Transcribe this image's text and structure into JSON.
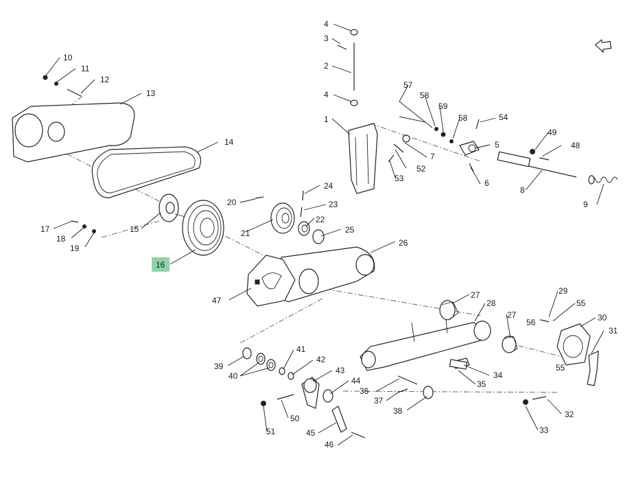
{
  "diagram": {
    "highlight_color": "#8fd3a8",
    "callouts": {
      "c1": "1",
      "c2": "2",
      "c3": "3",
      "c4a": "4",
      "c4b": "4",
      "c5": "5",
      "c6": "6",
      "c7": "7",
      "c8": "8",
      "c9": "9",
      "c10": "10",
      "c11": "11",
      "c12": "12",
      "c13": "13",
      "c14": "14",
      "c15": "15",
      "c16": "16",
      "c17": "17",
      "c18": "18",
      "c19": "19",
      "c20": "20",
      "c21": "21",
      "c22": "22",
      "c23": "23",
      "c24": "24",
      "c25": "25",
      "c26": "26",
      "c27a": "27",
      "c27b": "27",
      "c28": "28",
      "c29": "29",
      "c30": "30",
      "c31": "31",
      "c32": "32",
      "c33": "33",
      "c34": "34",
      "c35": "35",
      "c36": "36",
      "c37": "37",
      "c38": "38",
      "c39": "39",
      "c40": "40",
      "c41": "41",
      "c42": "42",
      "c43": "43",
      "c44": "44",
      "c45": "45",
      "c46": "46",
      "c47": "47",
      "c48": "48",
      "c49": "49",
      "c50": "50",
      "c51": "51",
      "c52": "52",
      "c53": "53",
      "c54": "54",
      "c55a": "55",
      "c55b": "55",
      "c56": "56",
      "c57": "57",
      "c58a": "58",
      "c58b": "58",
      "c59": "59"
    },
    "highlighted_callout": "16",
    "nav_icon": "arrow-return-icon"
  }
}
